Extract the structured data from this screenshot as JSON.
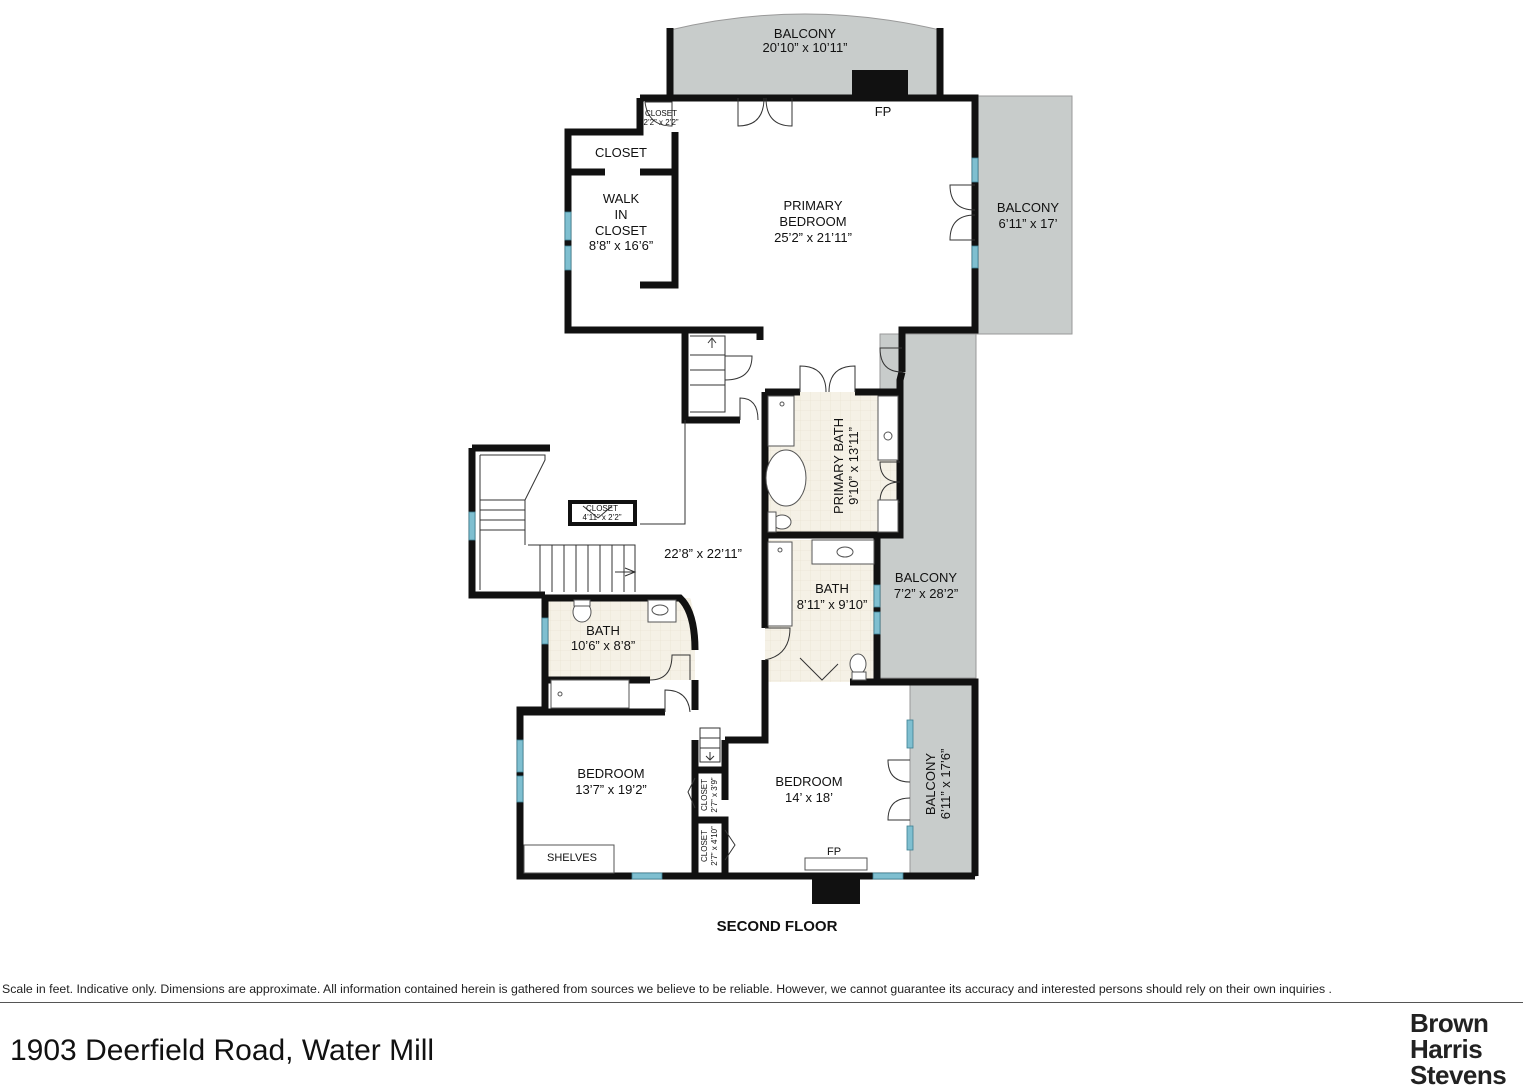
{
  "floor_title": "SECOND FLOOR",
  "rooms": {
    "balcony_top": {
      "name": "BALCONY",
      "dims": "20’10” x 10’11”"
    },
    "balcony_right_top": {
      "name": "BALCONY",
      "dims": "6’11” x 17’"
    },
    "balcony_right_mid": {
      "name": "BALCONY",
      "dims": "7’2” x 28’2”"
    },
    "balcony_right_bottom": {
      "name": "BALCONY",
      "dims": "6’11” x 17’6”"
    },
    "primary_bedroom": {
      "name_line1": "PRIMARY",
      "name_line2": "BEDROOM",
      "dims": "25’2” x 21’11”"
    },
    "walk_in_closet": {
      "line1": "WALK",
      "line2": "IN",
      "line3": "CLOSET",
      "dims": "8’8” x 16’6”"
    },
    "closet_big": {
      "name": "CLOSET"
    },
    "closet_small_top": {
      "name": "CLOSET",
      "dims": "2’2” x 2’2”"
    },
    "primary_bath": {
      "name": "PRIMARY BATH",
      "dims": "9’10” x 13’11”"
    },
    "hall": {
      "dims": "22’8” x 22’11”"
    },
    "closet_hall": {
      "name": "CLOSET",
      "dims": "4’11” x 2’2”"
    },
    "bath_left": {
      "name": "BATH",
      "dims": "10’6” x 8’8”"
    },
    "bath_right": {
      "name": "BATH",
      "dims": "8’11” x 9’10”"
    },
    "bedroom_left": {
      "name": "BEDROOM",
      "dims": "13’7” x 19’2”"
    },
    "bedroom_right": {
      "name": "BEDROOM",
      "dims": "14’ x 18’"
    },
    "closet_a": {
      "name": "CLOSET",
      "dims": "2’7” x 3’9”"
    },
    "closet_b": {
      "name": "CLOSET",
      "dims": "2’7” x 4’10”"
    },
    "shelves": {
      "name": "SHELVES"
    },
    "fp_top": {
      "name": "FP"
    },
    "fp_bottom": {
      "name": "FP"
    }
  },
  "disclaimer": "Scale in feet. Indicative only. Dimensions are approximate. All information contained herein is gathered from sources we believe to be reliable. However, we cannot guarantee its accuracy and interested persons should rely on their own inquiries .",
  "address": "1903 Deerfield Road, Water Mill",
  "logo": {
    "line1": "Brown",
    "line2": "Harris",
    "line3": "Stevens"
  },
  "colors": {
    "wall": "#111111",
    "balcony": "#c8cccb",
    "window": "#7fbfd0",
    "tile": "#f3efe4"
  }
}
